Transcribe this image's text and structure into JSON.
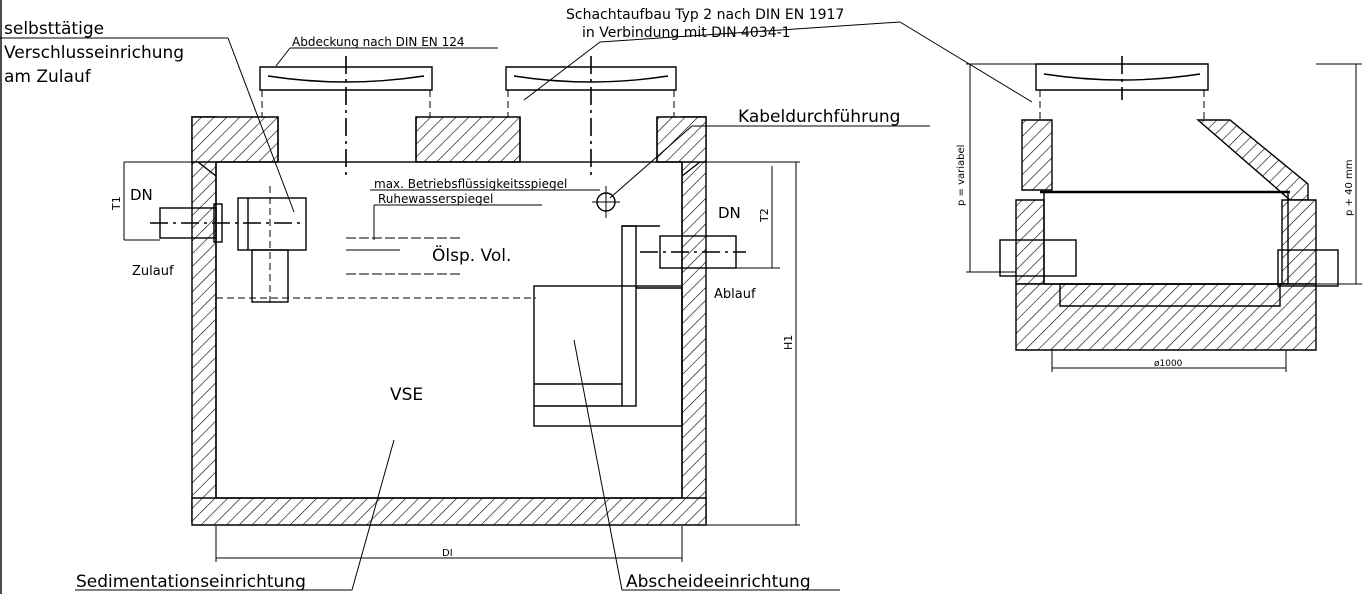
{
  "labels": {
    "selbsttaetige_line1": "selbsttätige",
    "selbsttaetige_line2": "Verschlusseinrichung",
    "selbsttaetige_line3": "am Zulauf",
    "abdeckung": "Abdeckung nach DIN EN 124",
    "schachtaufbau_line1": "Schachtaufbau Typ 2 nach DIN EN 1917",
    "schachtaufbau_line2": "in Verbindung mit DIN 4034-1",
    "kabel": "Kabeldurchführung",
    "max_spiegel": "max. Betriebsflüssigkeitsspiegel",
    "ruhewasser": "Ruhewasserspiegel",
    "oelsp": "Ölsp. Vol.",
    "dn_in": "DN",
    "dn_out": "DN",
    "t1": "T1",
    "t2": "T2",
    "h1": "H1",
    "zulauf": "Zulauf",
    "ablauf": "Ablauf",
    "vse": "VSE",
    "di": "DI",
    "sediment": "Sedimentationseinrichtung",
    "abscheide": "Abscheideeinrichtung",
    "p_variabel": "p = variabel",
    "p_40": "p + 40 mm",
    "d1000": "ø1000"
  }
}
